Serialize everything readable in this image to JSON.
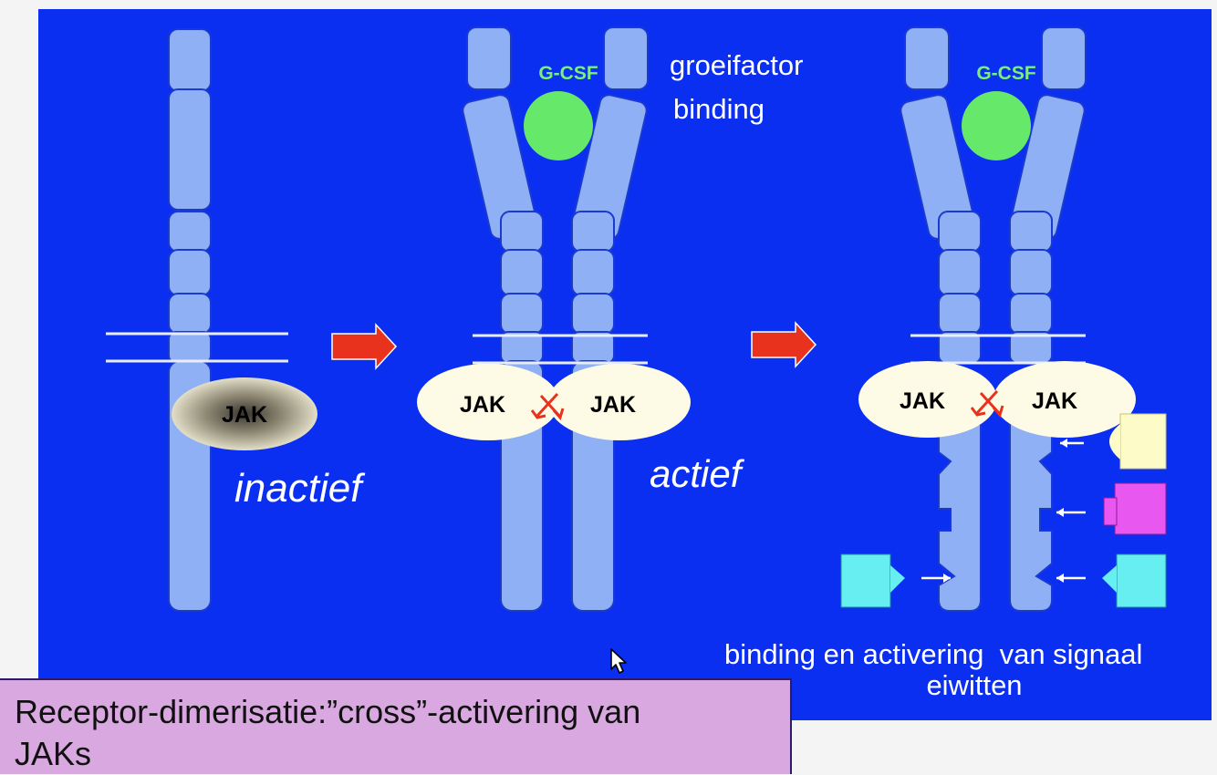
{
  "diagram": {
    "panels": [
      {
        "id": "inactive",
        "jak_labels": [
          "JAK"
        ],
        "state_label": "inactief"
      },
      {
        "id": "active",
        "ligand_label": "G-CSF",
        "jak_labels": [
          "JAK",
          "JAK"
        ],
        "state_label": "actief",
        "annotation_lines": [
          "groeifactor",
          "binding"
        ]
      },
      {
        "id": "signaling",
        "ligand_label": "G-CSF",
        "jak_labels": [
          "JAK",
          "JAK"
        ],
        "caption_lines": [
          "binding en activering  van signaal",
          "eiwitten"
        ]
      }
    ],
    "colors": {
      "background": "#0a2ff0",
      "receptor": "#8fb0f5",
      "ligand": "#66e86a",
      "arrow": "#e8321e",
      "jak": "#fdfbe6",
      "signal_yellow": "#fdfbc8",
      "signal_magenta": "#e858f0",
      "signal_cyan": "#66eef0"
    }
  },
  "caption": {
    "lines": [
      "Receptor-dimerisatie:”cross”-activering van",
      "JAKs"
    ]
  },
  "icons": [
    "mouse-pointer-icon"
  ]
}
